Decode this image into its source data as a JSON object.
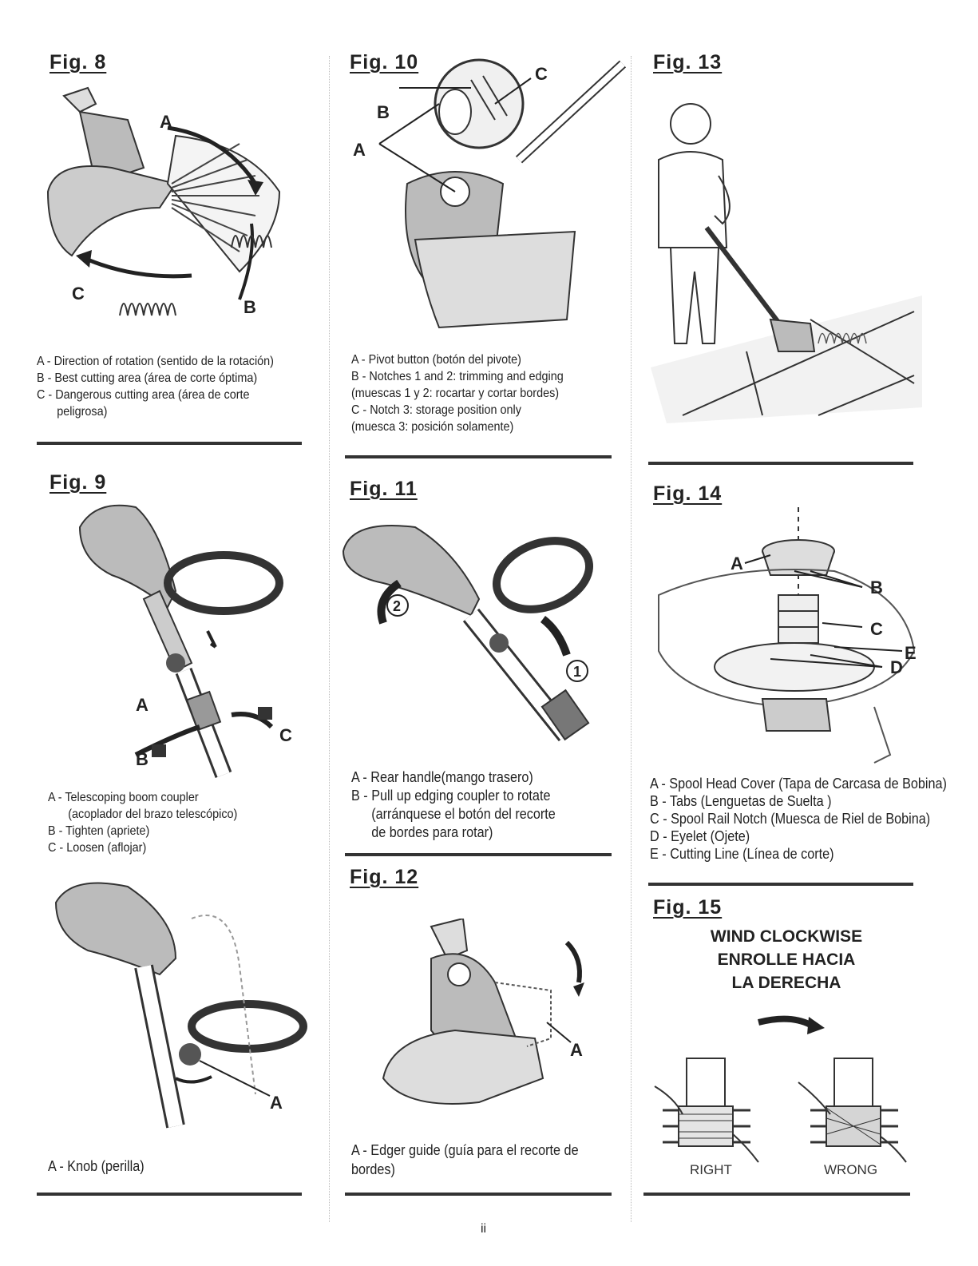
{
  "figures": {
    "fig8": {
      "title": "Fig. 8",
      "labels": [
        "A",
        "B",
        "C"
      ],
      "caption": [
        "A - Direction of rotation (sentido de la rotación)",
        "B - Best cutting area (área de corte óptima)",
        "C - Dangerous  cutting  area  (área  de  corte",
        "peligrosa)"
      ]
    },
    "fig9": {
      "title": "Fig. 9",
      "labels": [
        "A",
        "B",
        "C"
      ],
      "caption": [
        "A - Telescoping boom coupler",
        "(acoplador del brazo telescópico)",
        "B - Tighten (apriete)",
        "C - Loosen (aflojar)"
      ]
    },
    "fig9b": {
      "labels": [
        "A"
      ],
      "caption": [
        "A - Knob (perilla)"
      ]
    },
    "fig10": {
      "title": "Fig. 10",
      "labels": [
        "A",
        "B",
        "C"
      ],
      "caption": [
        "A - Pivot button (botón del pivote)",
        "B - Notches 1 and 2: trimming and edging",
        "(muescas 1 y 2: rocartar y cortar bordes)",
        "C - Notch 3: storage position only",
        "(muesca 3: posición solamente)"
      ]
    },
    "fig11": {
      "title": "Fig. 11",
      "labels": [
        "2",
        "1"
      ],
      "caption": [
        "A - Rear handle(mango trasero)",
        "B - Pull up edging coupler to rotate",
        "(arránquese el botón del recorte",
        "de bordes para rotar)"
      ]
    },
    "fig12": {
      "title": "Fig. 12",
      "labels": [
        "A"
      ],
      "caption": [
        "A - Edger guide   (guía para el recorte de",
        "bordes)"
      ]
    },
    "fig13": {
      "title": "Fig. 13"
    },
    "fig14": {
      "title": "Fig. 14",
      "labels": [
        "A",
        "B",
        "C",
        "D",
        "E"
      ],
      "caption": [
        "A - Spool Head Cover (Tapa de Carcasa de Bobina)",
        "B - Tabs  (Lenguetas de Suelta )",
        "C - Spool Rail Notch (Muesca de Riel de Bobina)",
        "D - Eyelet (Ojete)",
        "E - Cutting Line (Línea de corte)"
      ]
    },
    "fig15": {
      "title": "Fig. 15",
      "heading": [
        "WIND CLOCKWISE",
        "ENROLLE HACIA",
        "LA DERECHA"
      ],
      "right_label": "RIGHT",
      "wrong_label": "WRONG"
    }
  },
  "page_number": "ii"
}
